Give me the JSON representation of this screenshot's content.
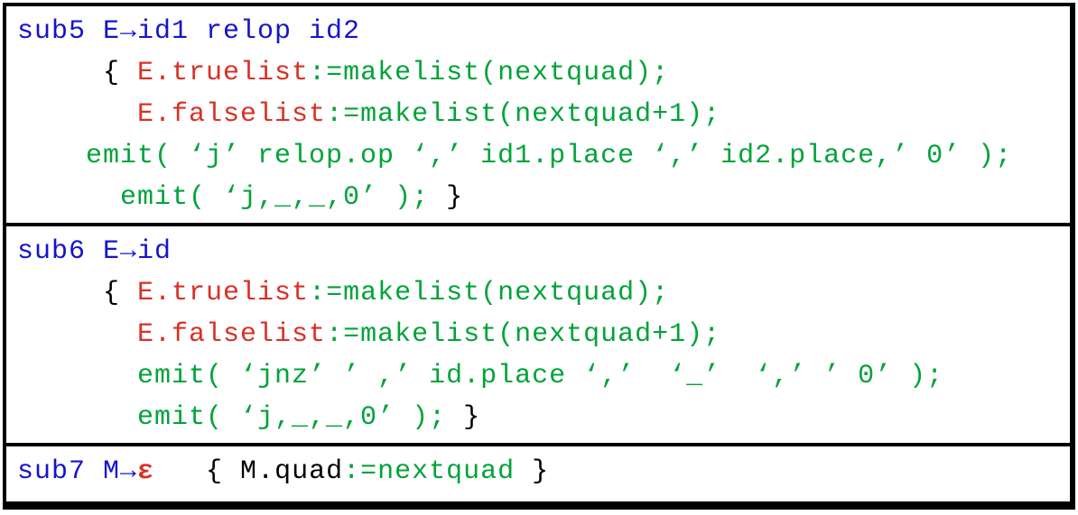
{
  "palette": {
    "blue": "#1414cc",
    "red": "#d93025",
    "green": "#00a339",
    "black": "#000000",
    "background": "#ffffff",
    "border": "#000000"
  },
  "sections": [
    {
      "name": "sub5",
      "lines": [
        {
          "seg": [
            {
              "t": "sub5 E→id1 relop id2",
              "c": "blue"
            }
          ]
        },
        {
          "seg": [
            {
              "t": "     { ",
              "c": "black"
            },
            {
              "t": "E.truelist",
              "c": "red"
            },
            {
              "t": ":=makelist(nextquad);",
              "c": "green"
            }
          ]
        },
        {
          "seg": [
            {
              "t": "       E.falselist",
              "c": "red"
            },
            {
              "t": ":=makelist(nextquad+1);",
              "c": "green"
            }
          ]
        },
        {
          "seg": [
            {
              "t": "    emit( ‘j’ relop.op ‘,’ id1.place ‘,’ id2.place,’ 0’ );",
              "c": "green"
            }
          ]
        },
        {
          "seg": [
            {
              "t": "      emit( ‘j,_,_,0’ ); ",
              "c": "green"
            },
            {
              "t": "}",
              "c": "black"
            }
          ]
        }
      ]
    },
    {
      "name": "sub6",
      "lines": [
        {
          "seg": [
            {
              "t": "sub6 E→id",
              "c": "blue"
            }
          ]
        },
        {
          "seg": [
            {
              "t": "     { ",
              "c": "black"
            },
            {
              "t": "E.truelist",
              "c": "red"
            },
            {
              "t": ":=makelist(nextquad);",
              "c": "green"
            }
          ]
        },
        {
          "seg": [
            {
              "t": "       E.falselist",
              "c": "red"
            },
            {
              "t": ":=makelist(nextquad+1);",
              "c": "green"
            }
          ]
        },
        {
          "seg": [
            {
              "t": "       emit( ‘jnz’ ’ ,’ id.place ‘,’  ‘_’  ‘,’ ’ 0’ );",
              "c": "green"
            }
          ]
        },
        {
          "seg": [
            {
              "t": "       emit( ‘j,_,_,0’ ); ",
              "c": "green"
            },
            {
              "t": "}",
              "c": "black"
            }
          ]
        }
      ]
    },
    {
      "name": "sub7",
      "lines": [
        {
          "seg": [
            {
              "t": "sub7 M→",
              "c": "blue"
            },
            {
              "t": "ε",
              "c": "red"
            },
            {
              "t": "   { M.quad",
              "c": "black"
            },
            {
              "t": ":=nextquad",
              "c": "green"
            },
            {
              "t": " }",
              "c": "black"
            }
          ]
        }
      ]
    }
  ]
}
